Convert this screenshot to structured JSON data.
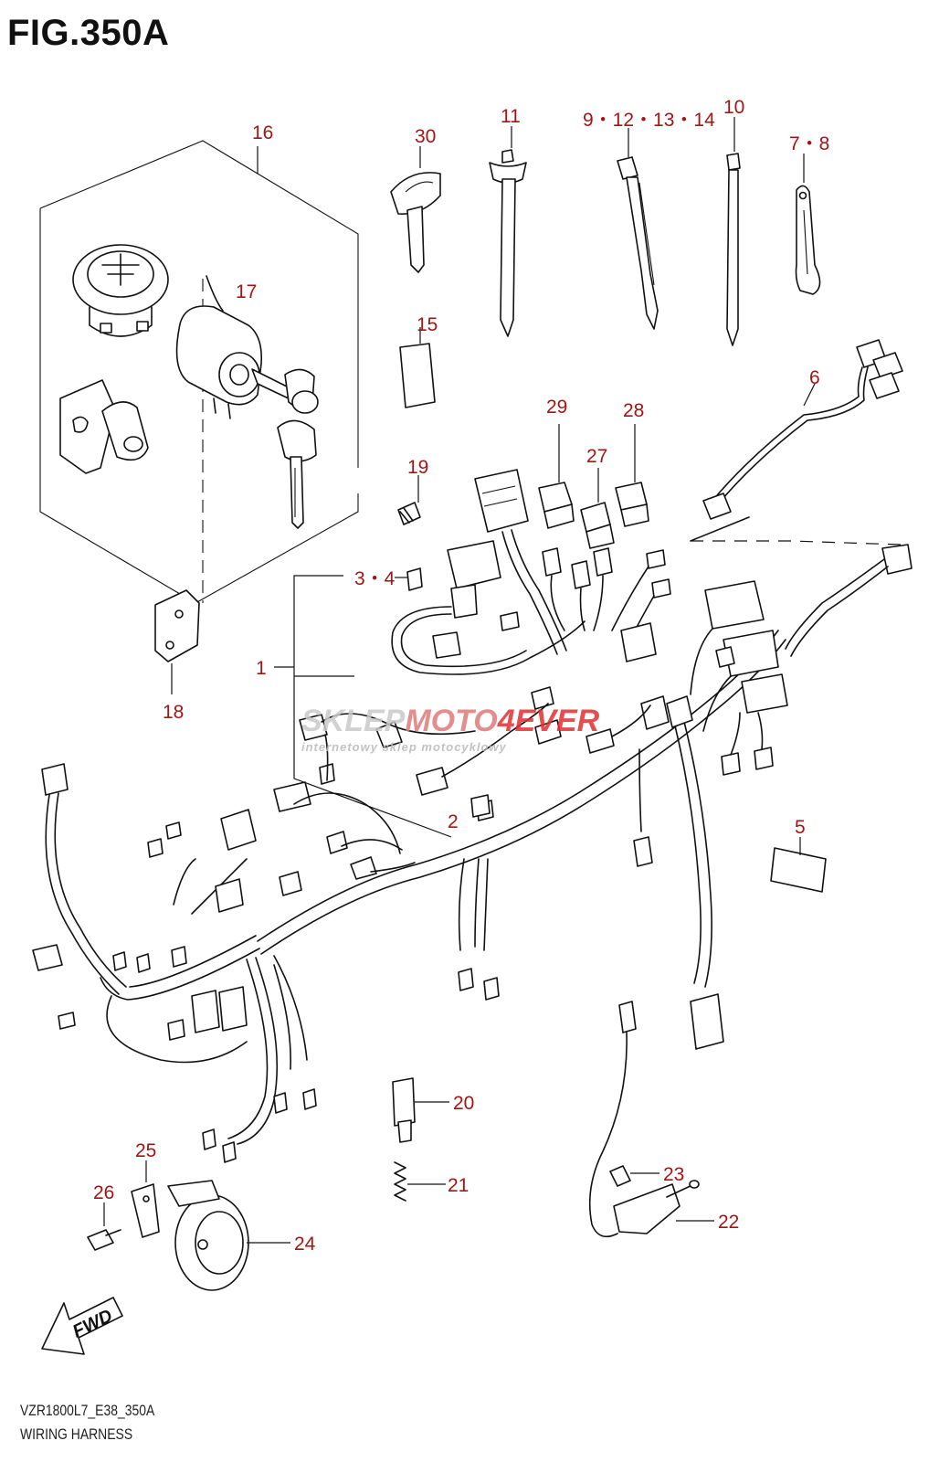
{
  "figure": {
    "title": "FIG.350A",
    "model_code": "VZR1800L7_E38_350A",
    "caption": "WIRING HARNESS"
  },
  "callouts": {
    "p1": "1",
    "p2": "2",
    "p3_4": "3・4",
    "p5": "5",
    "p6": "6",
    "p7_8": "7・8",
    "p9_14": "9・12・13・14",
    "p10": "10",
    "p11": "11",
    "p15": "15",
    "p16": "16",
    "p17": "17",
    "p18": "18",
    "p19": "19",
    "p20": "20",
    "p21": "21",
    "p22": "22",
    "p23": "23",
    "p24": "24",
    "p25": "25",
    "p26": "26",
    "p27": "27",
    "p28": "28",
    "p29": "29",
    "p30": "30"
  },
  "fwd_label": "FWD",
  "watermark": {
    "brand_left": "SKLEP",
    "brand_mid": "MOTO",
    "brand_right": "4EVER",
    "tagline": "internetowy sklep motocyklowy"
  },
  "colors": {
    "callout": "#a31515",
    "ink": "#111111",
    "watermark_red": "#e03030"
  }
}
